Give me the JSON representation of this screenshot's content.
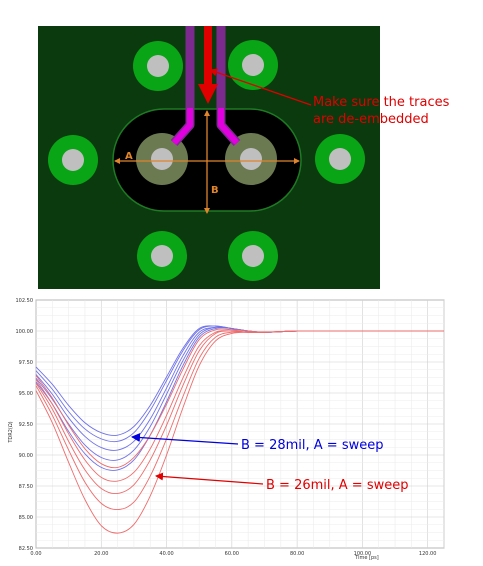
{
  "colors": {
    "board": "#0a3a0e",
    "pad_ring": "#09a516",
    "drill": "#bfbfbf",
    "antipad": "#000000",
    "antipad_stroke": "#1f7a24",
    "trace": "#7d2a8f",
    "trace_core": "#e000e0",
    "dimension": "#e0852b",
    "callout_red": "#e00000",
    "callout_blue": "#0000dd",
    "blue_series": "#6f72e8",
    "red_series": "#ee6b6b"
  },
  "layout_diagram": {
    "labels": {
      "a": "A",
      "b": "B"
    },
    "callout": {
      "line1": "Make sure the traces",
      "line2": "are de-embedded"
    }
  },
  "chart_data": {
    "type": "line",
    "title": "",
    "ylabel": "TDR2(Ω)",
    "xlabel": "Time [ps]",
    "xlim": [
      0,
      125
    ],
    "ylim": [
      82.5,
      102.5
    ],
    "x_ticks": [
      "0.00",
      "20.00",
      "40.00",
      "60.00",
      "80.00",
      "100.00",
      "120.00"
    ],
    "y_ticks": [
      "82.50",
      "85.00",
      "87.50",
      "90.00",
      "92.50",
      "95.00",
      "97.50",
      "100.00",
      "102.50"
    ],
    "grid": true,
    "x": [
      0,
      5,
      10,
      15,
      20,
      25,
      30,
      35,
      40,
      45,
      50,
      55,
      60,
      65,
      70,
      80,
      90,
      100,
      110,
      125
    ],
    "series": [
      {
        "group": "B28",
        "values": [
          97.1,
          95.7,
          94.0,
          92.6,
          91.8,
          91.6,
          92.3,
          94.0,
          96.3,
          98.6,
          100.2,
          100.4,
          100.2,
          100.0,
          99.9,
          100.0,
          100.0,
          100.0,
          100.0,
          100.0
        ]
      },
      {
        "group": "B28",
        "values": [
          96.8,
          95.3,
          93.5,
          92.1,
          91.3,
          91.1,
          91.8,
          93.6,
          96.0,
          98.4,
          100.1,
          100.4,
          100.2,
          100.0,
          99.9,
          100.0,
          100.0,
          100.0,
          100.0,
          100.0
        ]
      },
      {
        "group": "B28",
        "values": [
          96.5,
          94.9,
          93.0,
          91.5,
          90.6,
          90.4,
          91.1,
          92.9,
          95.4,
          98.0,
          99.9,
          100.3,
          100.2,
          100.0,
          99.9,
          100.0,
          100.0,
          100.0,
          100.0,
          100.0
        ]
      },
      {
        "group": "B28",
        "values": [
          96.2,
          94.5,
          92.5,
          90.8,
          89.8,
          89.6,
          90.4,
          92.3,
          94.9,
          97.6,
          99.7,
          100.3,
          100.2,
          100.0,
          99.9,
          100.0,
          100.0,
          100.0,
          100.0,
          100.0
        ]
      },
      {
        "group": "B28",
        "values": [
          95.9,
          94.1,
          91.9,
          90.1,
          89.0,
          88.8,
          89.6,
          91.6,
          94.3,
          97.2,
          99.5,
          100.2,
          100.2,
          100.0,
          99.9,
          100.0,
          100.0,
          100.0,
          100.0,
          100.0
        ]
      },
      {
        "group": "B26",
        "values": [
          96.4,
          94.6,
          92.4,
          90.5,
          89.3,
          89.0,
          89.8,
          91.6,
          94.1,
          96.9,
          99.3,
          100.1,
          100.1,
          100.0,
          99.9,
          100.0,
          100.0,
          100.0,
          100.0,
          100.0
        ]
      },
      {
        "group": "B26",
        "values": [
          96.1,
          94.1,
          91.7,
          89.6,
          88.2,
          87.9,
          88.6,
          90.5,
          93.2,
          96.2,
          98.8,
          99.9,
          100.0,
          99.9,
          99.9,
          100.0,
          100.0,
          100.0,
          100.0,
          100.0
        ]
      },
      {
        "group": "B26",
        "values": [
          95.8,
          93.7,
          91.1,
          88.8,
          87.3,
          86.9,
          87.6,
          89.6,
          92.4,
          95.6,
          98.4,
          99.8,
          100.0,
          99.9,
          99.9,
          100.0,
          100.0,
          100.0,
          100.0,
          100.0
        ]
      },
      {
        "group": "B26",
        "values": [
          95.6,
          93.2,
          90.4,
          87.8,
          86.1,
          85.6,
          86.2,
          88.3,
          91.3,
          94.7,
          97.8,
          99.5,
          99.9,
          99.9,
          99.9,
          100.0,
          100.0,
          100.0,
          100.0,
          100.0
        ]
      },
      {
        "group": "B26",
        "values": [
          95.2,
          92.6,
          89.4,
          86.4,
          84.3,
          83.7,
          84.4,
          86.7,
          90.0,
          93.8,
          97.2,
          99.2,
          99.8,
          99.9,
          99.9,
          100.0,
          100.0,
          100.0,
          100.0,
          100.0
        ]
      }
    ],
    "annotations": [
      {
        "text": "B = 28mil, A = sweep",
        "group": "B28"
      },
      {
        "text": "B = 26mil, A = sweep",
        "group": "B26"
      }
    ]
  }
}
